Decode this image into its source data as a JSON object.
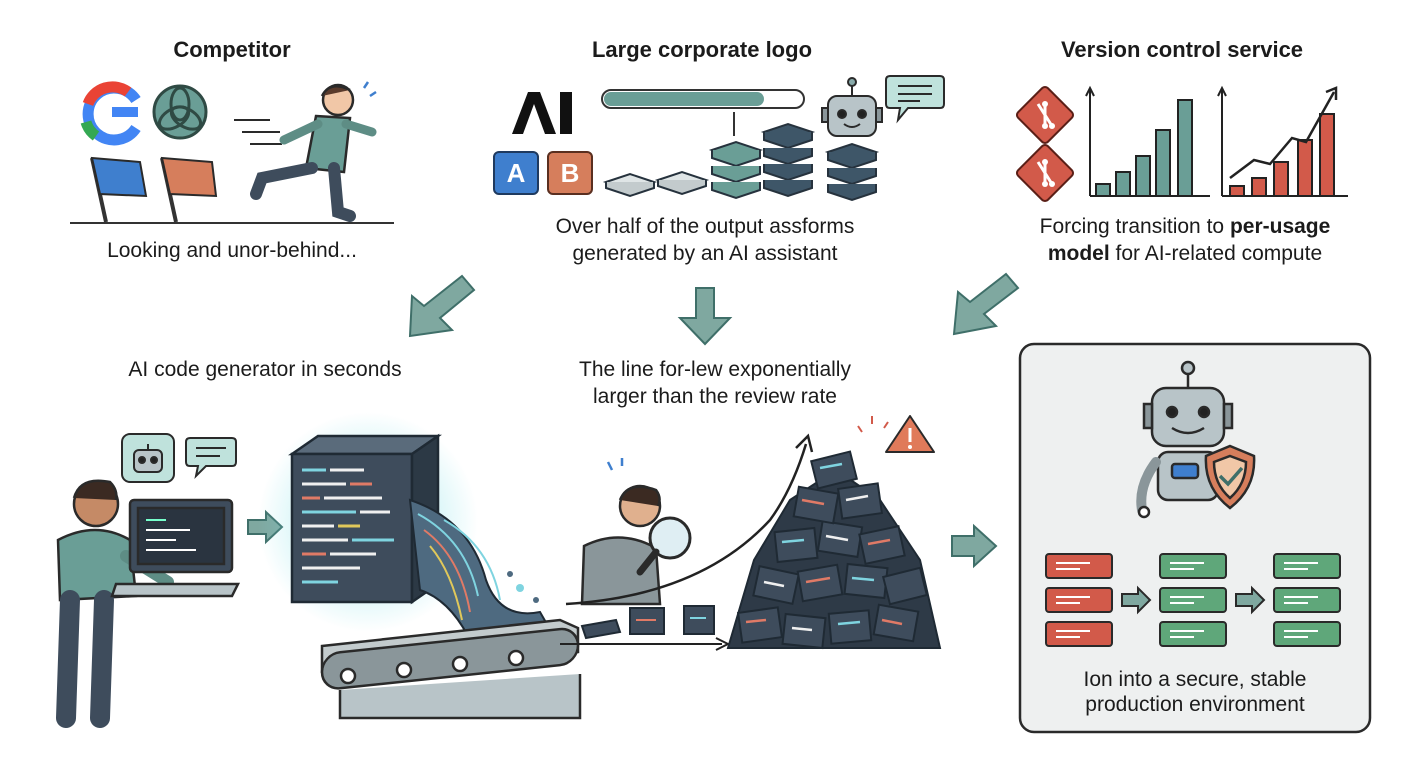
{
  "headings": {
    "competitor": "Competitor",
    "corporate_logo": "Large corporate logo",
    "version_control": "Version control service"
  },
  "captions": {
    "competitor": "Looking and unor-behind...",
    "output_line1": "Over half of the output assforms",
    "output_line2": "generated by an AI assistant",
    "forcing_pre": "Forcing transition to ",
    "forcing_bold1": "per-usage",
    "forcing_bold2": "model",
    "forcing_post": " for AI-related compute",
    "generator": "AI code generator in seconds",
    "line_line1": "The line for-lew exponentially",
    "line_line2": "larger than the review rate",
    "secure_line1": "Ion into a secure, stable",
    "secure_line2": "production environment"
  },
  "logos": {
    "ai_mark": "AI",
    "a_tile": "A",
    "b_tile": "B"
  },
  "colors": {
    "teal": "#6a9e96",
    "teal_dark": "#3f6f69",
    "slate": "#3e4c5c",
    "red": "#d25a4a",
    "green": "#5fa77a",
    "blue": "#3f7fce",
    "orange": "#d67e5c",
    "arrow": "#7fa8a0",
    "panel": "#eef0f0"
  },
  "icons": [
    "google-g-icon",
    "openai-knot-icon",
    "blue-flag-icon",
    "orange-flag-icon",
    "running-person-icon",
    "robot-icon",
    "chat-bubble-icon",
    "git-icon",
    "bar-chart-icon",
    "trend-chart-icon",
    "warning-icon",
    "magnifier-icon",
    "shield-check-icon",
    "server-icon",
    "conveyor-belt-icon"
  ]
}
